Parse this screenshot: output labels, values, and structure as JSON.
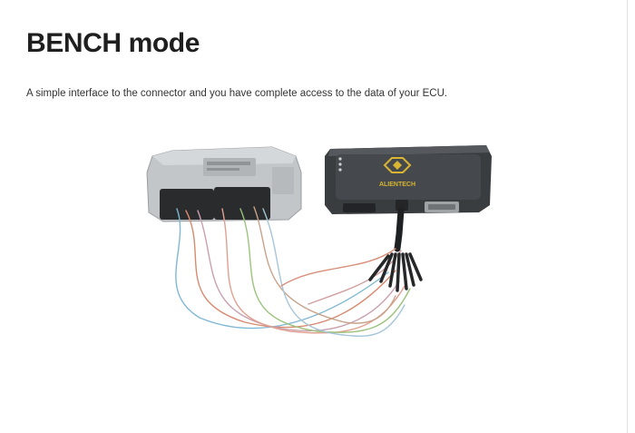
{
  "heading": "BENCH mode",
  "description": "A simple interface to the connector and you have complete access to the data of your ECU.",
  "product_image": {
    "brand_text": "ALIENTECH"
  },
  "colors": {
    "heading": "#1f1f1f",
    "body_text": "#333333",
    "ecu_housing": "#bfc3c6",
    "interface_body": "#3a3d40",
    "brand_yellow": "#d9b531"
  }
}
